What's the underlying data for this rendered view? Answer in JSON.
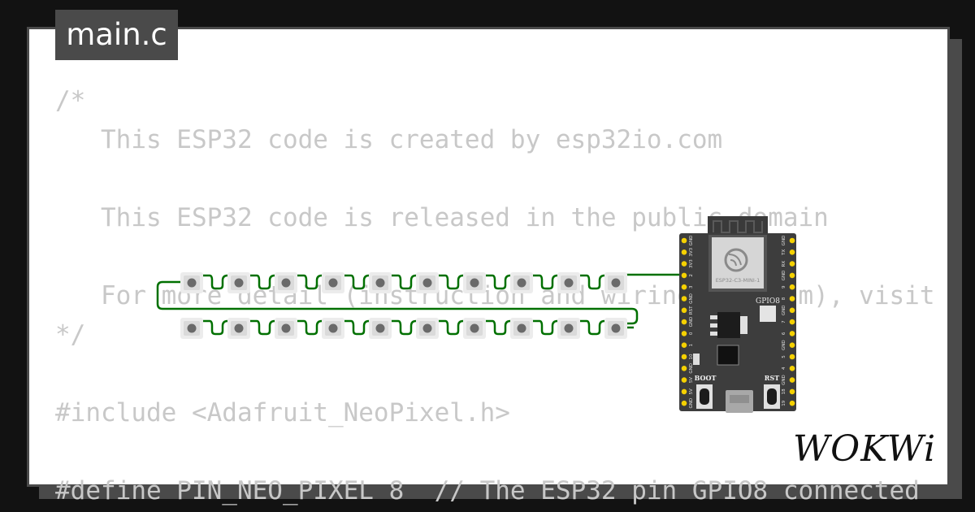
{
  "tab": {
    "filename": "main.c"
  },
  "code": {
    "lines": [
      "/*",
      "   This ESP32 code is created by esp32io.com",
      "",
      "   This ESP32 code is released in the public domain",
      "",
      "   For more detail (instruction and wiring diagram), visit",
      "*/",
      "",
      "#include <Adafruit_NeoPixel.h>",
      "",
      "#define PIN_NEO_PIXEL 8  // The ESP32 pin GPIO8 connected"
    ]
  },
  "board": {
    "module_label": "ESP32-C3-MINI-1",
    "gpio_label": "GPIO8",
    "boot_label": "BOOT",
    "rst_label": "RST",
    "left_pins": [
      "GND",
      "3V3",
      "3V3",
      "2",
      "3",
      "GND",
      "RST",
      "GND",
      "0",
      "1",
      "10",
      "GND",
      "5V",
      "5V",
      "GND"
    ],
    "right_pins": [
      "GND",
      "TX",
      "RX",
      "GND",
      "9",
      "8",
      "GND",
      "7",
      "6",
      "GND",
      "5",
      "4",
      "GND",
      "18",
      "19"
    ]
  },
  "neopixels": {
    "rows": 2,
    "per_row": 10
  },
  "colors": {
    "background": "#121212",
    "frame": "#4a4a4a",
    "code_text": "#c8c8c8",
    "wire": "#007000",
    "board": "#3d3d3d",
    "pin": "#f5d100"
  },
  "logo": {
    "text": "WOKWi"
  }
}
